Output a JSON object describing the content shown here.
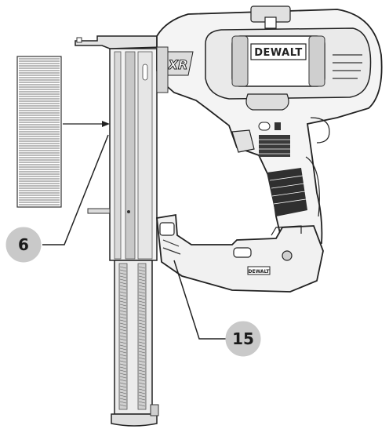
{
  "figure": {
    "brand_label": "DEWALT",
    "series_badge": "XR",
    "battery_label": "DEWALT",
    "callouts": [
      {
        "label": "6"
      },
      {
        "label": "15"
      }
    ]
  }
}
